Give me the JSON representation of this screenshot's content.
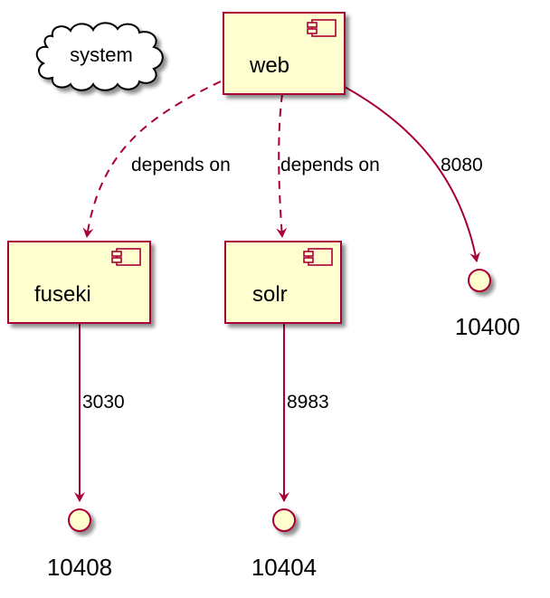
{
  "colors": {
    "node_fill": "#FEFECE",
    "node_border": "#A80036",
    "edge": "#A80036",
    "shadow": "#8a8a8a"
  },
  "cloud": {
    "label": "system"
  },
  "components": {
    "web": {
      "label": "web"
    },
    "fuseki": {
      "label": "fuseki"
    },
    "solr": {
      "label": "solr"
    }
  },
  "interfaces": {
    "i10400": {
      "label": "10400"
    },
    "i10408": {
      "label": "10408"
    },
    "i10404": {
      "label": "10404"
    }
  },
  "edges": {
    "web_fuseki": {
      "label": "depends on",
      "style": "dashed"
    },
    "web_solr": {
      "label": "depends on",
      "style": "dashed"
    },
    "web_10400": {
      "label": "8080",
      "style": "solid"
    },
    "fuseki_10408": {
      "label": "3030",
      "style": "solid"
    },
    "solr_10404": {
      "label": "8983",
      "style": "solid"
    }
  }
}
